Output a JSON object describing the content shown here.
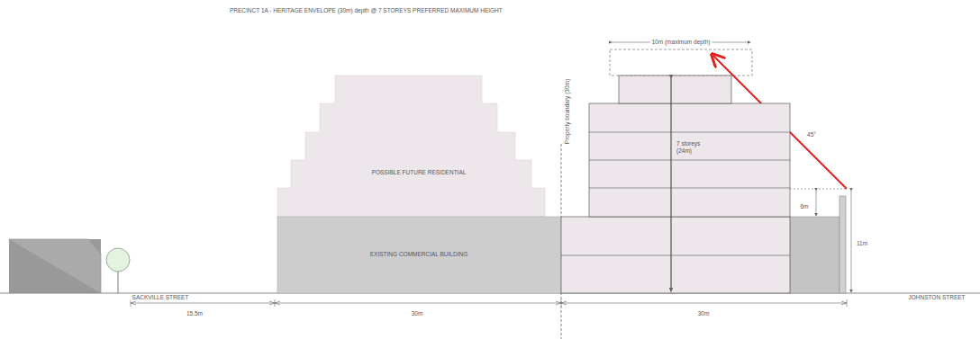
{
  "diagram": {
    "title": "PRECINCT 1A - HERITAGE ENVELOPE (30m) depth @ 7 STOREYS PREFERRED MAXIMUM HEIGHT",
    "nodes": [
      {
        "text": [
          "POSSIBLE FUTURE RESIDENTIAL"
        ]
      },
      {
        "text": [
          "EXISTING COMMERCIAL BUILDING"
        ]
      },
      {
        "text": [
          "7 storeys (24m)"
        ]
      }
    ],
    "labels": [
      "10m (maximum depth)",
      "Property boundary (30m)",
      "45°",
      "6m",
      "11m",
      "SACKVILLE STREET",
      "15.5m",
      "30m",
      "30m",
      "JOHNSTON STREET"
    ]
  }
}
